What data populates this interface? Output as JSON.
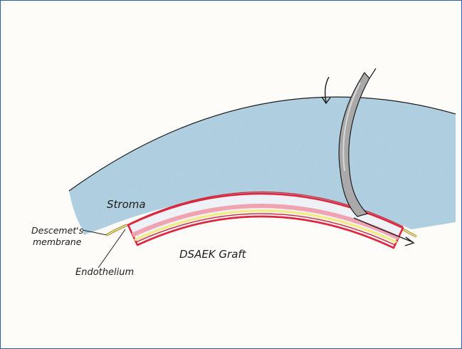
{
  "labels": {
    "stroma": "Stroma",
    "descemet_line1": "Descemet's",
    "descemet_line2": "membrane",
    "endothelium": "Endothelium",
    "graft": "DSAEK Graft"
  },
  "colors": {
    "frame_border": "#2b5fa8",
    "paper": "#fdfcf8",
    "stroma_fill": "#b7d8ea",
    "graft_outline": "#e0263c",
    "graft_pink": "#f0a3b0",
    "descemet_yellow": "#f4ec7a",
    "graft_interior": "#eef2f6",
    "instrument": "#a9a9a9",
    "ink": "#1d1d1d"
  },
  "icons": {
    "rotation_arrow": "curved-arrow-icon",
    "insertion_arrow": "right-arrow-icon"
  }
}
